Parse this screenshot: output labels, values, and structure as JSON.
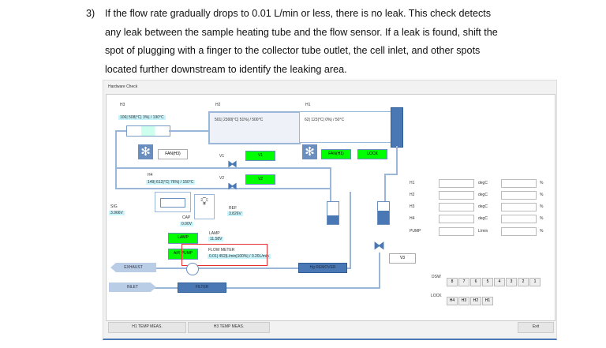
{
  "step_number": "3)",
  "paragraph_lines": [
    "If the flow rate gradually drops to 0.01 L/min or less, there is no leak. This check detects",
    "any leak between the sample heating tube and the flow sensor. If a leak is found, shift the",
    "spot of plugging with a finger to the collector tube outlet, the cell inlet, and other spots",
    "located further downstream to identify the leaking area."
  ],
  "window": {
    "title": "Hardware Check"
  },
  "heaters": {
    "h3_label": "H3",
    "h3_value": "106| 508|°C| 3%| / 190°C",
    "h2_label": "H2",
    "h2_value": "501| 2300|°C| 51%| / 500°C",
    "h1_label": "H1",
    "h1_value": "62| 123|°C| 0%| / 50°C",
    "h4_label": "H4",
    "h4_value": "149| 612|°C| 76%| / 150°C"
  },
  "buttons": {
    "fan_h3": "FAN(H3)",
    "v1": "V1",
    "v2": "V2",
    "fan_h1": "FAN(H1)",
    "lock": "LOCK",
    "lamp": "LAMP",
    "air_pump": "AIR PUMP",
    "v3": "V3",
    "h1_temp": "H1 TEMP MEAS.",
    "h3_temp": "H3 TEMP MEAS.",
    "exit": "Exit"
  },
  "labels": {
    "v1": "V1",
    "v2": "V2",
    "sig": "SIG",
    "sig_value": "3.966V",
    "ref": "REF",
    "ref_value": "3.826V",
    "cap": "CAP",
    "cap_value": "0.00V",
    "lamp": "LAMP",
    "lamp_value": "11.58V",
    "flow": "FLOW METER",
    "flow_value": "0.01| 452|L/min|100%| / 0.20L/min",
    "exhaust": "EXHAUST",
    "inlet": "INLET",
    "hg": "Hg REMOVER",
    "filter": "FILTER"
  },
  "table": [
    {
      "label": "H1",
      "unit": "degC",
      "pct": "%"
    },
    {
      "label": "H2",
      "unit": "degC",
      "pct": "%"
    },
    {
      "label": "H3",
      "unit": "degC",
      "pct": "%"
    },
    {
      "label": "H4",
      "unit": "degC",
      "pct": "%"
    },
    {
      "label": "PUMP",
      "unit": "L/min",
      "pct": "%"
    }
  ],
  "dsw": {
    "label": "DSW",
    "bits": [
      "8",
      "7",
      "6",
      "5",
      "4",
      "3",
      "2",
      "1"
    ]
  },
  "lockrow": {
    "label": "LOCK",
    "items": [
      "H4",
      "H3",
      "H2",
      "H1"
    ]
  },
  "colors": {
    "green": "#00ff00",
    "blue": "#4a78b4",
    "highlight": "#e53030"
  }
}
